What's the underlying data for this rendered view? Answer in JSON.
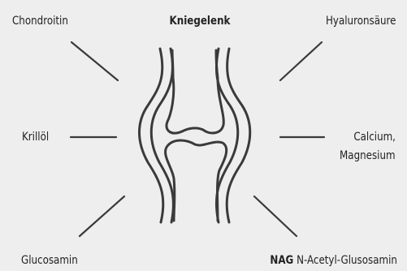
{
  "title": "Kniegelenk",
  "ingredients": {
    "chondroitin": "Chondroitin",
    "hyaluron": "Hyaluronsäure",
    "krill": "Krillöl",
    "calcium_line1": "Calcium,",
    "calcium_line2": "Magnesium",
    "glucosamin": "Glucosamin",
    "nag_abbr": "NAG",
    "nag_full": "N-Acetyl-Glusosamin"
  },
  "colors": {
    "background": "#eeeeee",
    "stroke": "#3a3a3a",
    "text": "#222222"
  },
  "icon": "knee-joint-icon"
}
